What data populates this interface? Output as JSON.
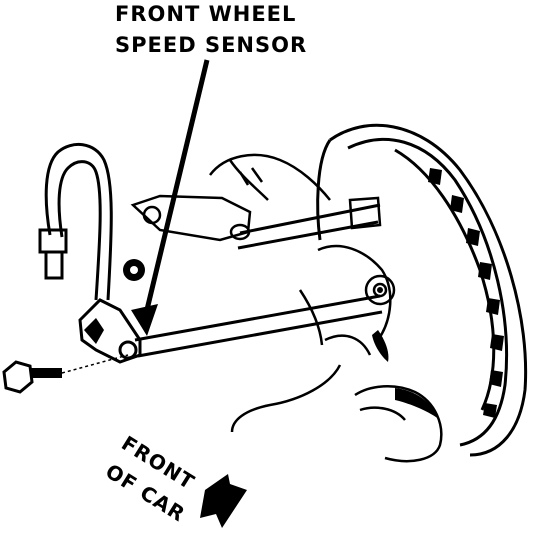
{
  "labels": {
    "sensor_line1": "FRONT WHEEL",
    "sensor_line2": "SPEED SENSOR",
    "direction_line1": "FRONT",
    "direction_line2": "OF CAR"
  },
  "colors": {
    "ink": "#000000",
    "paper": "#ffffff"
  },
  "icons": {
    "direction": "arrow-down-right-icon"
  }
}
